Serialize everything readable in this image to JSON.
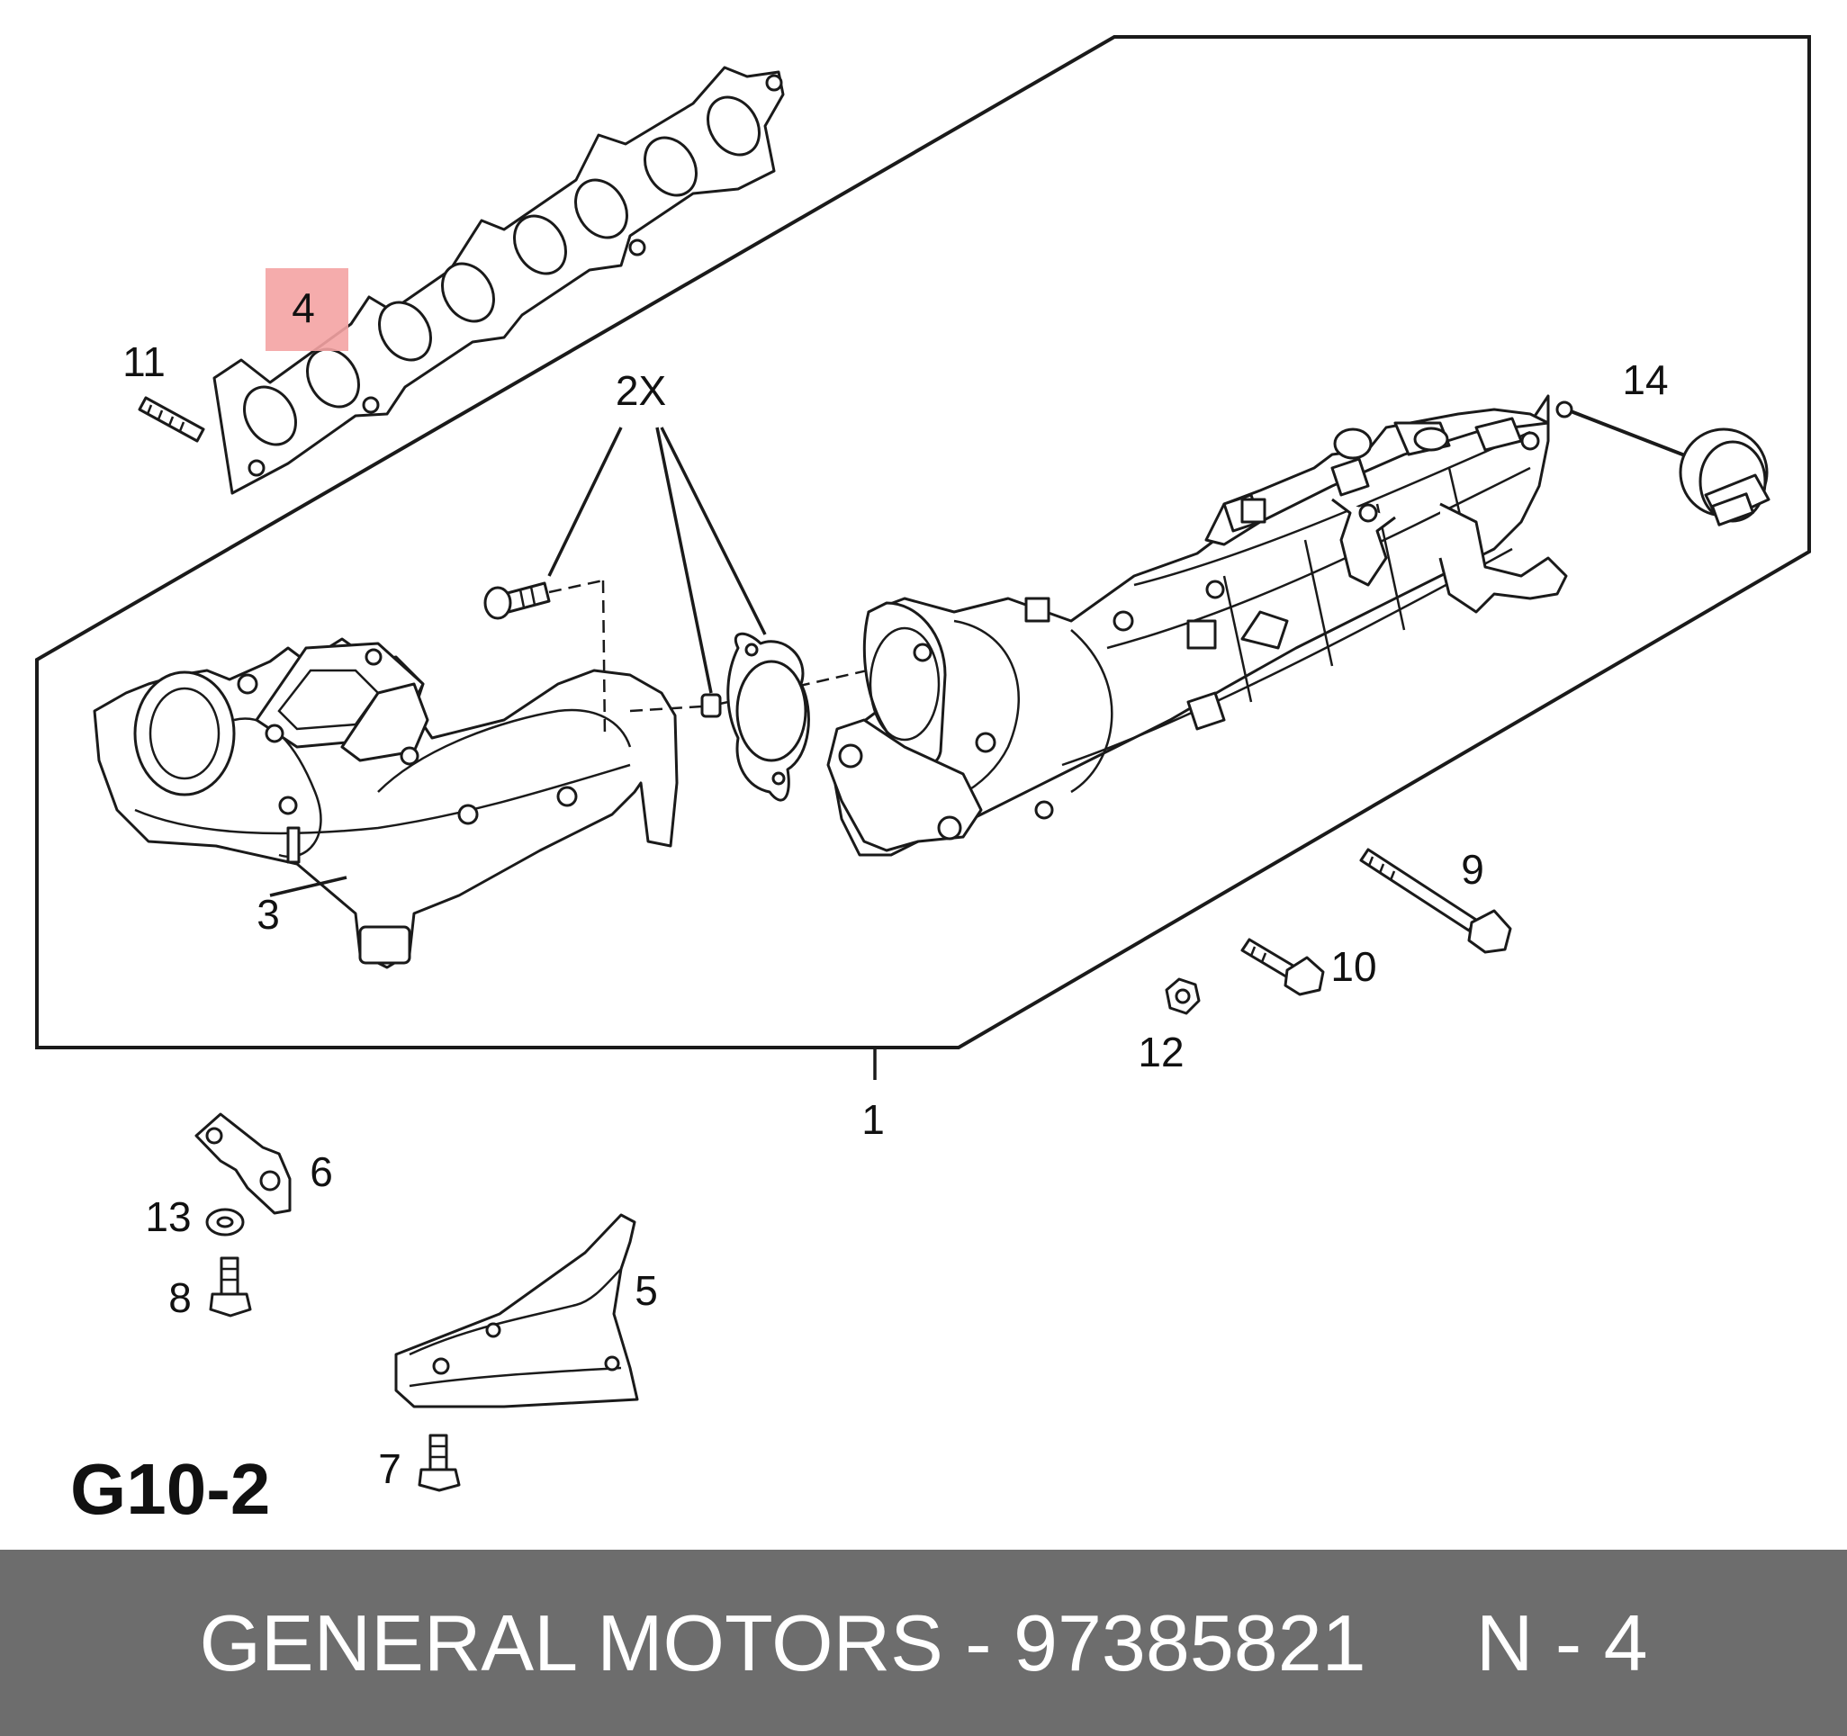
{
  "diagram": {
    "code": "G10-2",
    "highlight_color": "#f4a3a3",
    "callouts": {
      "p1": "1",
      "p2x": "2X",
      "p3": "3",
      "p4": "4",
      "p5": "5",
      "p6": "6",
      "p7": "7",
      "p8": "8",
      "p9": "9",
      "p10": "10",
      "p11": "11",
      "p12": "12",
      "p13": "13",
      "p14": "14"
    }
  },
  "footer": {
    "brand": "GENERAL MOTORS",
    "separator": "-",
    "part_number": "97385821",
    "position": "N - 4"
  }
}
